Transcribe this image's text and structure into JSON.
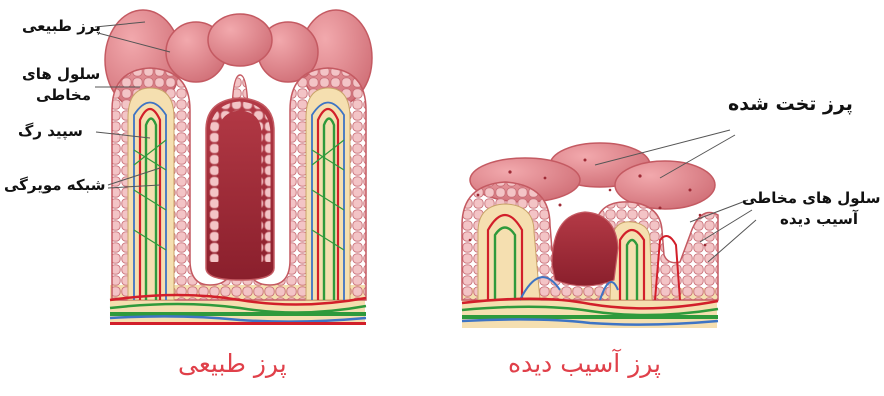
{
  "left_labels": {
    "villus": "پرز طبیعی",
    "mucosal_cells_line1": "سلول های",
    "mucosal_cells_line2": "مخاطی",
    "lacteal": "سپید رگ",
    "capillary_network": "شبکه مویرگی"
  },
  "right_labels": {
    "flattened_villi": "پرز تخت شده",
    "damaged_cells_line1": "سلول های مخاطی",
    "damaged_cells_line2": "آسیب دیده"
  },
  "captions": {
    "normal": "پرز طبیعی",
    "damaged": "پرز آسیب دیده"
  },
  "colors": {
    "villus_fill": "#e2888e",
    "villus_edge": "#c45a62",
    "cell_fill": "#f3c4c6",
    "tissue": "#f5dfb0",
    "artery": "#d21f2a",
    "lymph": "#2f9a3c",
    "vein": "#3e74c4",
    "caption": "#e0404a"
  }
}
